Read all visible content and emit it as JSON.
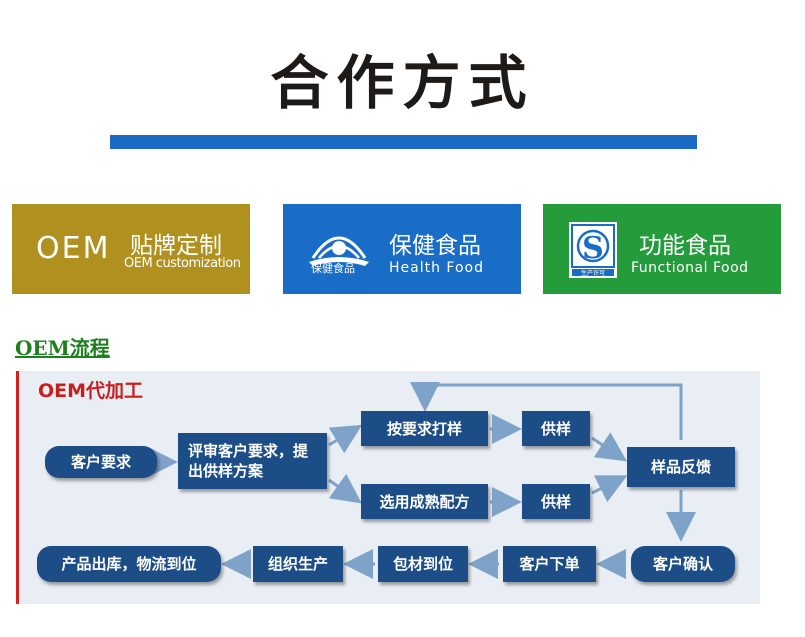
{
  "header": {
    "title": "合作方式"
  },
  "cards": {
    "oem": {
      "big": "OEM",
      "cn": "贴牌定制",
      "en": "OEM customization"
    },
    "health": {
      "logo_text": "保健食品",
      "cn": "保健食品",
      "en": "Health Food"
    },
    "functional": {
      "logo_text": "生产许可",
      "cn": "功能食品",
      "en": "Functional Food"
    }
  },
  "section": {
    "link": "OEM流程"
  },
  "flow": {
    "title": "OEM代加工",
    "nodes": {
      "customer_request": "客户要求",
      "review": "评审客户要求，提出供样方案",
      "sample_by_request": "按要求打样",
      "supply_sample_1": "供样",
      "select_formula": "选用成熟配方",
      "supply_sample_2": "供样",
      "sample_feedback": "样品反馈",
      "customer_confirm": "客户确认",
      "customer_order": "客户下单",
      "packaging": "包材到位",
      "production": "组织生产",
      "ship": "产品出库，物流到位"
    }
  },
  "colors": {
    "accent_blue": "#1b6bc6",
    "oem_gold": "#b0901e",
    "func_green": "#249c3c",
    "node_navy": "#1c4d87",
    "flow_red": "#c81e1e"
  }
}
